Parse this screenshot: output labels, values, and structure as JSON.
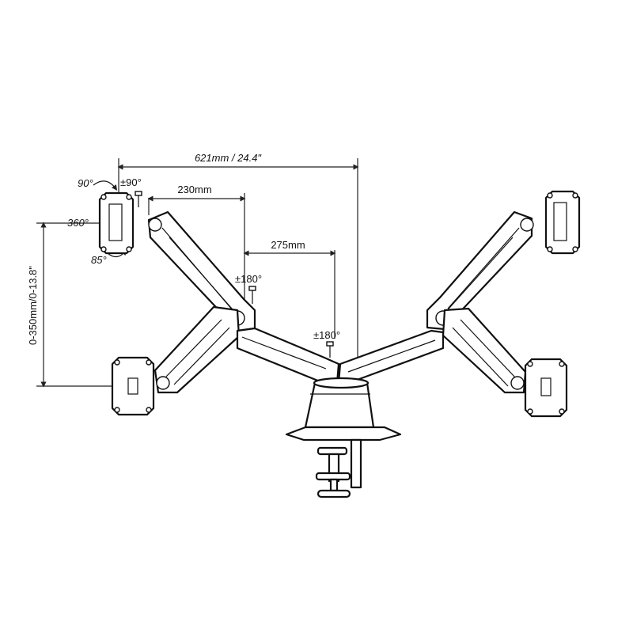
{
  "dimensions": {
    "total_width": "621mm / 24.4\"",
    "arm_segment": "230mm",
    "inner_segment": "275mm",
    "height_range": "0-350mm/0-13.8\""
  },
  "rotations": {
    "tilt_up": "90°",
    "swivel": "±90°",
    "rotation": "360°",
    "tilt_down": "85°",
    "elbow_pivot": "±180°",
    "base_pivot": "±180°"
  }
}
